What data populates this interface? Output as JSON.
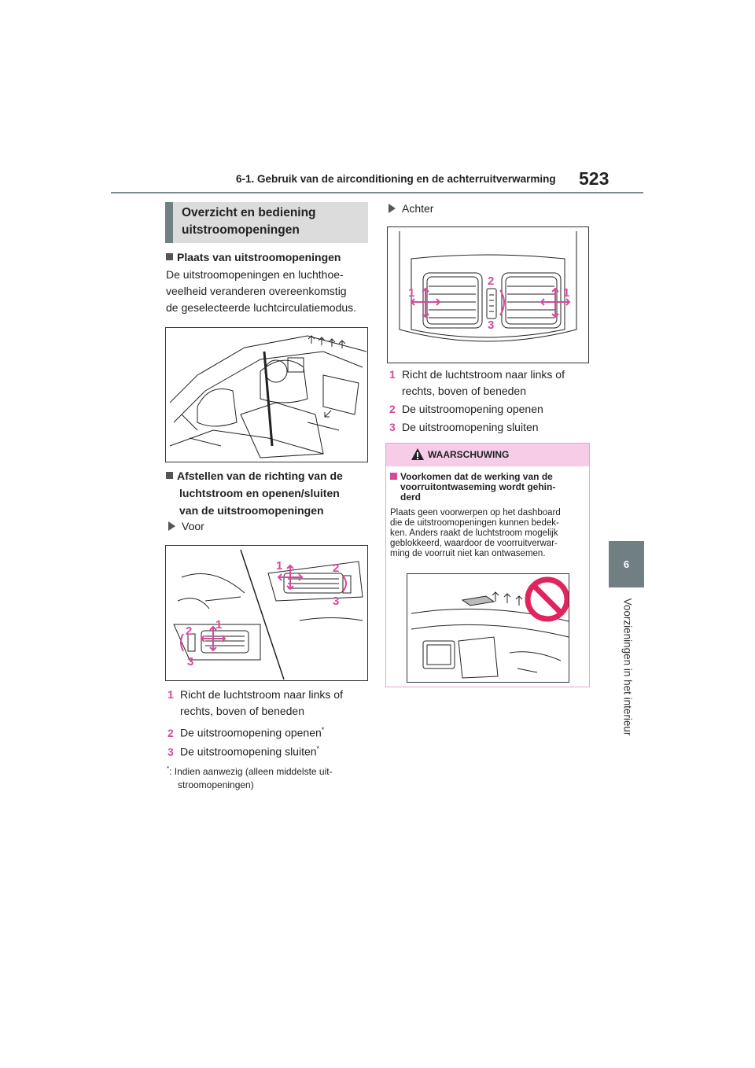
{
  "header": {
    "title": "6-1. Gebruik van de airconditioning en de achterruitverwarming",
    "page_number": "523"
  },
  "side": {
    "tab_number": "6",
    "chapter": "Voorzieningen in het interieur"
  },
  "section": {
    "title_line1": "Overzicht en bediening",
    "title_line2": "uitstroomopeningen"
  },
  "locations": {
    "heading": "Plaats van uitstroomopeningen",
    "text_lines": [
      "De uitstroomopeningen en luchthoe-",
      "veelheid veranderen overeenkomstig",
      "de geselecteerde luchtcirculatiemodus."
    ]
  },
  "adjust": {
    "heading_lines": [
      "Afstellen van de richting van de",
      "luchtstroom en openen/sluiten",
      "van de uitstroomopeningen"
    ],
    "front_label": "Voor",
    "front_items": [
      {
        "num": "1",
        "lines": [
          "Richt de luchtstroom naar links of",
          "rechts, boven of beneden"
        ]
      },
      {
        "num": "2",
        "text": "De uitstroomopening openen",
        "sup": "*"
      },
      {
        "num": "3",
        "text": "De uitstroomopening sluiten",
        "sup": "*"
      }
    ],
    "footnote_mark": "*",
    "footnote_lines": [
      ": Indien aanwezig (alleen middelste uit-",
      "stroomopeningen)"
    ],
    "rear_label": "Achter",
    "rear_items": [
      {
        "num": "1",
        "lines": [
          "Richt de luchtstroom naar links of",
          "rechts, boven of beneden"
        ]
      },
      {
        "num": "2",
        "text": "De uitstroomopening openen"
      },
      {
        "num": "3",
        "text": "De uitstroomopening sluiten"
      }
    ]
  },
  "figure_labels": {
    "front": [
      "1",
      "2",
      "3",
      "2",
      "1",
      "3"
    ],
    "rear": [
      "1",
      "2",
      "3",
      "1"
    ]
  },
  "warning": {
    "title": "WAARSCHUWING",
    "sub_lines": [
      "Voorkomen dat de werking van de",
      "voorruitontwaseming wordt gehin-",
      "derd"
    ],
    "body_lines": [
      "Plaats geen voorwerpen op het dashboard",
      "die de uitstroomopeningen kunnen bedek-",
      "ken. Anders raakt de luchtstroom mogelijk",
      "geblokkeerd, waardoor de voorruitverwar-",
      "ming de voorruit niet kan ontwasemen."
    ]
  },
  "colors": {
    "accent": "#d44a9a",
    "tab": "#6f7f82",
    "warn_bg": "#f6cce6"
  },
  "icons": [
    "warning-triangle-icon",
    "prohibition-icon",
    "arrow-icon"
  ]
}
